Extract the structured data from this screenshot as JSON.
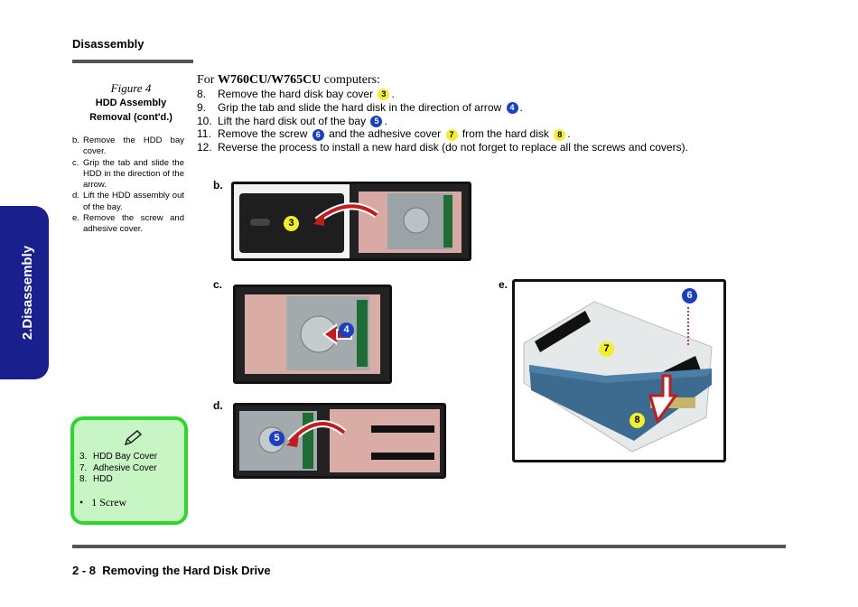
{
  "header": {
    "title": "Disassembly"
  },
  "side_tab": {
    "label": "2.Disassembly"
  },
  "figure": {
    "number": "Figure 4",
    "title_line1": "HDD Assembly",
    "title_line2": "Removal (cont'd.)",
    "steps": [
      {
        "letter": "b.",
        "text": "Remove the HDD bay cover."
      },
      {
        "letter": "c.",
        "text": "Grip the tab and slide the HDD in the direction of the arrow."
      },
      {
        "letter": "d.",
        "text": "Lift the HDD assembly out of the bay."
      },
      {
        "letter": "e.",
        "text": "Remove the screw and adhesive cover."
      }
    ]
  },
  "instructions": {
    "intro_prefix": "For",
    "intro_model": "W760CU/W765CU",
    "intro_suffix": "computers:",
    "step8": {
      "num": "8.",
      "text": "Remove the hard disk bay cover",
      "badge": "3",
      "end": "."
    },
    "step9": {
      "num": "9.",
      "text": "Grip the tab and slide the hard disk in the direction of arrow",
      "badge": "4",
      "end": "."
    },
    "step10": {
      "num": "10.",
      "text": "Lift the hard disk out of the bay",
      "badge": "5",
      "end": "."
    },
    "step11": {
      "num": "11.",
      "text_a": "Remove the screw",
      "badge_a": "6",
      "text_b": "and the adhesive cover",
      "badge_b": "7",
      "text_c": "from the hard disk",
      "badge_c": "8",
      "end": "."
    },
    "step12": {
      "num": "12.",
      "text": "Reverse the process to install a new hard disk (do not forget to replace all the screws and covers)."
    }
  },
  "photos": {
    "b": {
      "label": "b.",
      "badge": "3"
    },
    "c": {
      "label": "c.",
      "badge": "4"
    },
    "d": {
      "label": "d.",
      "badge": "5"
    },
    "e": {
      "label": "e.",
      "badge_screw": "6",
      "badge_cover": "7",
      "badge_hdd": "8"
    }
  },
  "note_box": {
    "items": [
      {
        "num": "3.",
        "text": "HDD Bay Cover"
      },
      {
        "num": "7.",
        "text": "Adhesive Cover"
      },
      {
        "num": "8.",
        "text": "HDD"
      }
    ],
    "bullet": "•",
    "bullet_text": "1 Screw"
  },
  "footer": {
    "text": "2 - 8  Removing the Hard Disk Drive"
  },
  "colors": {
    "side_tab": "#1a1f8e",
    "note_border": "#2fd52f",
    "note_fill": "#c8f5c4",
    "badge_yellow": "#f3ef2d",
    "badge_blue": "#1b3fc2"
  }
}
